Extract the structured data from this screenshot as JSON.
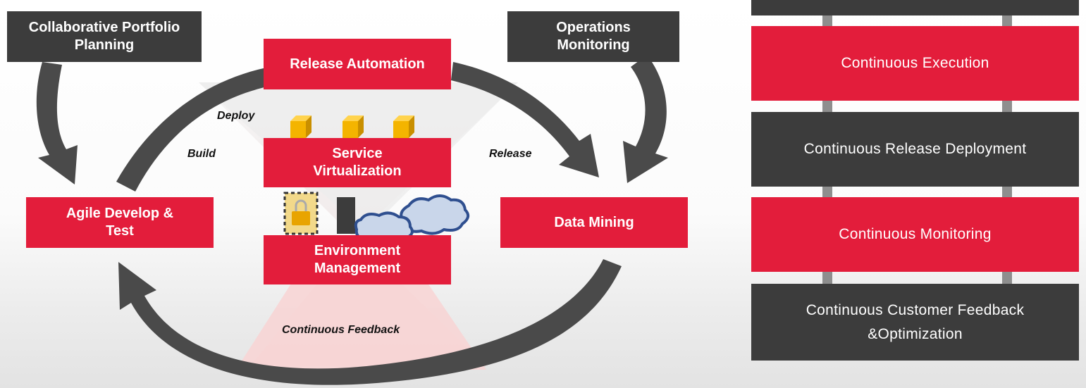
{
  "colors": {
    "accent_red": "#e31d3b",
    "dark_gray": "#3c3c3c",
    "arrow_gray": "#4a4a4a",
    "cube_yellow": "#f4b400"
  },
  "cycle": {
    "collaborative_planning": "Collaborative Portfolio Planning",
    "release_automation": "Release Automation",
    "operations_monitoring": "Operations Monitoring",
    "service_virtualization": "Service Virtualization",
    "agile_develop_test": "Agile Develop & Test",
    "environment_management": "Environment Management",
    "data_mining": "Data Mining"
  },
  "labels": {
    "deploy": "Deploy",
    "build": "Build",
    "release": "Release",
    "continuous_feedback": "Continuous Feedback"
  },
  "icons": {
    "cubes": "yellow-cube-icon",
    "lock": "padlock-icon",
    "server": "server-icon",
    "clouds": "cloud-icon"
  },
  "pipeline": {
    "steps": [
      "",
      "Continuous Execution",
      "Continuous Release Deployment",
      "Continuous Monitoring",
      "Continuous Customer Feedback &Optimization"
    ]
  }
}
